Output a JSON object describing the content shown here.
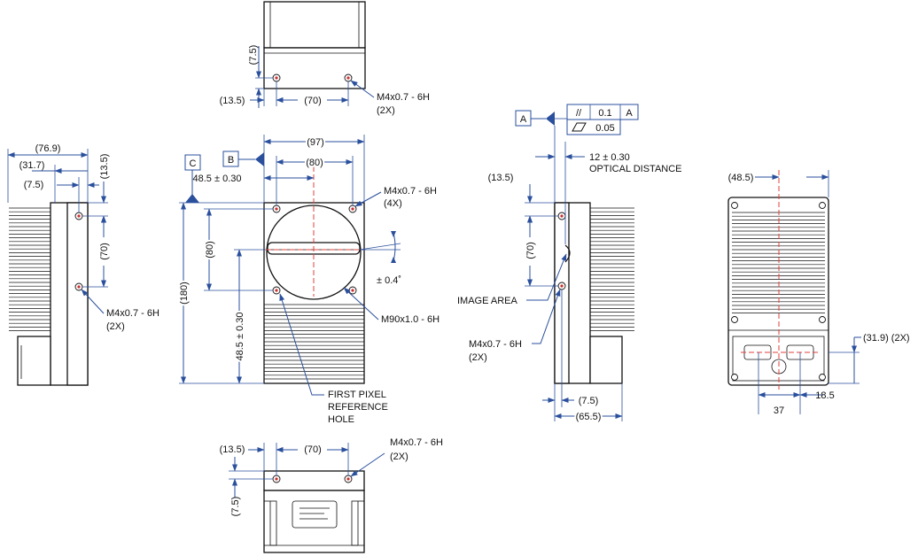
{
  "top_view": {
    "dim_75": "(7.5)",
    "dim_135": "(13.5)",
    "dim_70": "(70)",
    "thread_label": "M4x0.7 - 6H",
    "thread_qty": "(2X)"
  },
  "left_view": {
    "dim_769": "(76.9)",
    "dim_317": "(31.7)",
    "dim_75": "(7.5)",
    "dim_135": "(13.5)",
    "dim_70": "(70)",
    "thread_label": "M4x0.7 - 6H",
    "thread_qty": "(2X)"
  },
  "front_view": {
    "datum_c": "C",
    "datum_b": "B",
    "dim_97": "(97)",
    "dim_80_h": "(80)",
    "dim_485_h": "48.5 ± 0.30",
    "dim_180": "(180)",
    "dim_80_v": "(80)",
    "dim_485_v": "48.5 ± 0.30",
    "thread_label": "M4x0.7 - 6H",
    "thread_qty": "(4X)",
    "angle": "± 0.4˚",
    "mount_label": "M90x1.0 - 6H",
    "ref_hole_line1": "FIRST PIXEL",
    "ref_hole_line2": "REFERENCE",
    "ref_hole_line3": "HOLE"
  },
  "right_view": {
    "datum_a": "A",
    "parallel_symbol": "//",
    "parallel_value": "0.1",
    "parallel_datum": "A",
    "flatness_value": "0.05",
    "optical_value": "12 ± 0.30",
    "optical_label": "OPTICAL DISTANCE",
    "dim_135": "(13.5)",
    "dim_70": "(70)",
    "image_area": "IMAGE AREA",
    "thread_label": "M4x0.7 - 6H",
    "thread_qty": "(2X)",
    "dim_75": "(7.5)",
    "dim_655": "(65.5)"
  },
  "back_view": {
    "dim_485": "(48.5)",
    "dim_319": "(31.9) (2X)",
    "dim_37": "37",
    "dim_185": "18.5"
  },
  "bottom_view": {
    "dim_135": "(13.5)",
    "dim_70": "(70)",
    "dim_75": "(7.5)",
    "thread_label": "M4x0.7 - 6H",
    "thread_qty": "(2X)"
  },
  "colors": {
    "dimension": "#2a4f9c",
    "centerline": "#e0413b",
    "outline": "#111111"
  }
}
